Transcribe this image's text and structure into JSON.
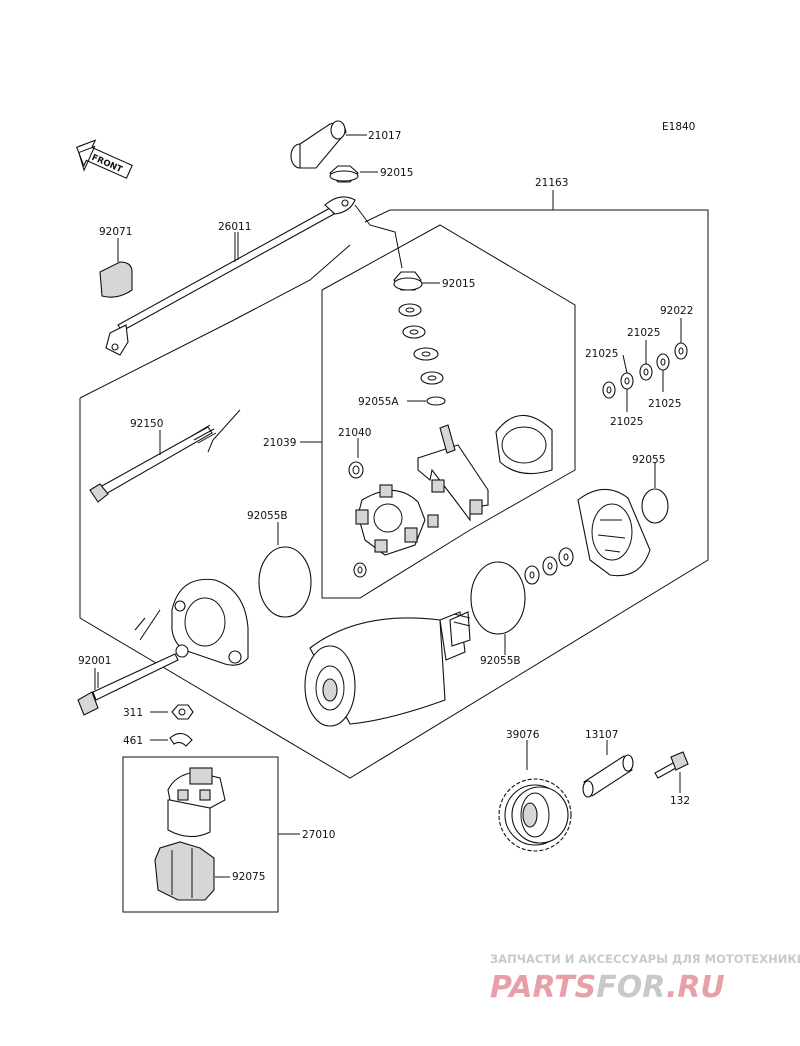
{
  "diagram_code": "E1840",
  "front_label": "FRONT",
  "labels": {
    "p21017": "21017",
    "p92015_top": "92015",
    "p21163": "21163",
    "p92071": "92071",
    "p26011": "26011",
    "p92015_mid": "92015",
    "p92022": "92022",
    "p21025_a": "21025",
    "p21025_b": "21025",
    "p21025_c": "21025",
    "p21025_d": "21025",
    "p92055A": "92055A",
    "p92150": "92150",
    "p21039": "21039",
    "p21040": "21040",
    "p92055": "92055",
    "p92055B_left": "92055B",
    "p92055B_right": "92055B",
    "p92001": "92001",
    "p311": "311",
    "p461": "461",
    "p39076": "39076",
    "p13107": "13107",
    "p132": "132",
    "p27010": "27010",
    "p92075": "92075"
  },
  "watermark": {
    "line1": "ЗАПЧАСТИ И АКСЕССУАРЫ ДЛЯ МОТОТЕХНИКИ",
    "line2a": "PARTS",
    "line2b": "FOR",
    "line2c": ".RU",
    "red": "#e8a0a8",
    "gray": "#c8c8c8"
  }
}
